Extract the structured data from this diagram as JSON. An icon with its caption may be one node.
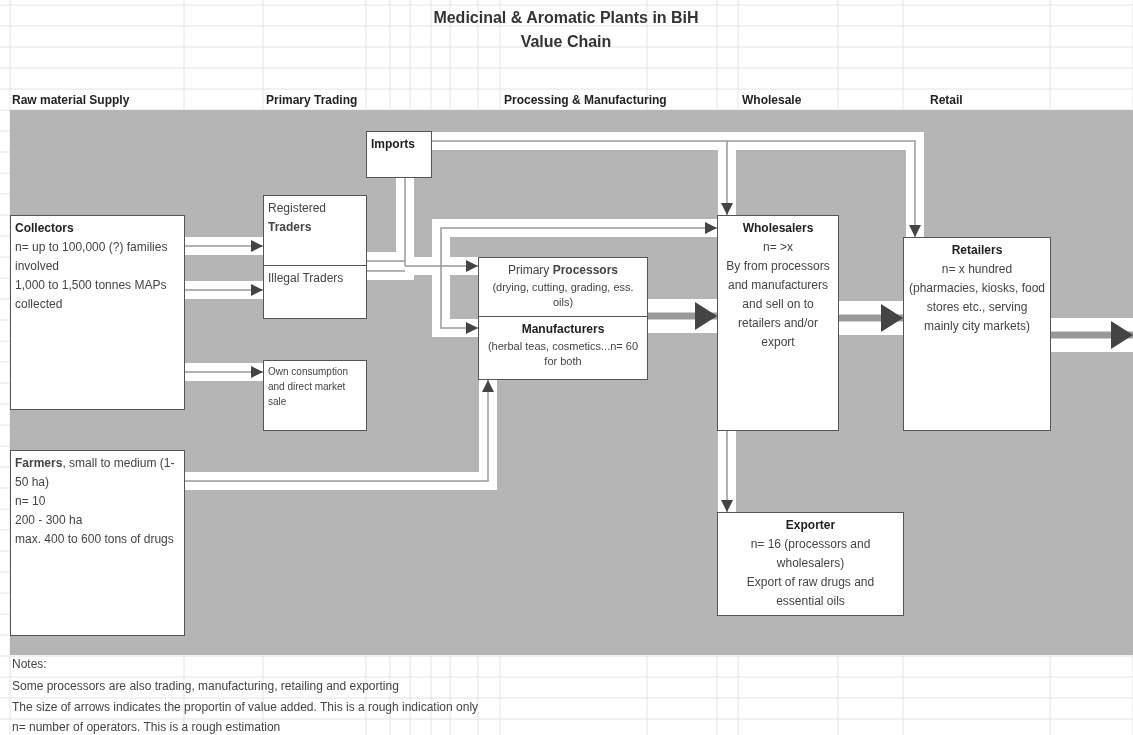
{
  "diagram": {
    "title": "Medicinal & Aromatic Plants in BiH Value Chain",
    "nodes": [
      {
        "text": [
          "Imports"
        ]
      },
      {
        "text": [
          "Collectors",
          "n= up to 100,000 (?) families involved",
          "1,000 to 1,500 tonnes MAPs collected"
        ]
      },
      {
        "text": [
          "Registered **Traders**"
        ]
      },
      {
        "text": [
          "Illegal Traders"
        ]
      },
      {
        "text": [
          "Primary **Processors**",
          "(drying, cutting, grading, ess. oils)"
        ]
      },
      {
        "text": [
          "Manufacturers",
          "(herbal teas, cosmetics...n= 60 for both"
        ]
      },
      {
        "text": [
          "Own consumption and direct market sale"
        ]
      },
      {
        "text": [
          "**Farmers**, small to medium (1-50 ha)",
          "n= 10",
          "200 - 300 ha",
          "max. 400 to 600 tons of drugs"
        ]
      },
      {
        "text": [
          "Wholesalers",
          "n= >x",
          "By from processors and manufacturers and sell on to retailers and/or export"
        ]
      },
      {
        "text": [
          "Retailers",
          "n= x hundred (pharmacies, kiosks, food stores etc., serving mainly city markets)"
        ]
      },
      {
        "text": [
          "Exporter",
          "n= 16 (processors and wholesalers)",
          "Export of raw drugs and essential oils"
        ]
      }
    ],
    "edges": [
      {
        "from": 1,
        "to": 2,
        "arrow": "to"
      },
      {
        "from": 1,
        "to": 3,
        "arrow": "to"
      },
      {
        "from": 1,
        "to": 6,
        "arrow": "to"
      },
      {
        "from": 2,
        "to": 8,
        "arrow": "to"
      },
      {
        "from": 2,
        "to": 4,
        "arrow": "to"
      },
      {
        "from": 2,
        "to": 5,
        "arrow": "to"
      },
      {
        "from": 3,
        "to": 8,
        "arrow": "to"
      },
      {
        "from": 3,
        "to": 4,
        "arrow": "to"
      },
      {
        "from": 3,
        "to": 5,
        "arrow": "to"
      },
      {
        "from": 0,
        "to": 8,
        "arrow": "to"
      },
      {
        "from": 0,
        "to": 4,
        "arrow": "to"
      },
      {
        "from": 0,
        "to": 5,
        "arrow": "to"
      },
      {
        "from": 0,
        "to": 8,
        "arrow": "to"
      },
      {
        "from": 0,
        "to": 9,
        "arrow": "to"
      },
      {
        "from": 7,
        "to": 5,
        "arrow": "to"
      },
      {
        "from": 4,
        "to": 8,
        "arrow": "to",
        "style": "thick"
      },
      {
        "from": 8,
        "to": 9,
        "arrow": "to",
        "style": "thick"
      },
      {
        "from": 8,
        "to": 10,
        "arrow": "to"
      },
      {
        "from": 9,
        "to": null,
        "arrow": "to",
        "style": "thick"
      }
    ],
    "labels": [
      "Raw material Supply",
      "Primary Trading",
      "Processing & Manufacturing",
      "Wholesale",
      "Retail",
      "Notes:",
      "Some processors are also trading, manufacturing, retailing and exporting",
      "The size of arrows indicates the proportin of value added. This is a rough indication only",
      "n= number of operators. This is a rough estimation"
    ]
  }
}
